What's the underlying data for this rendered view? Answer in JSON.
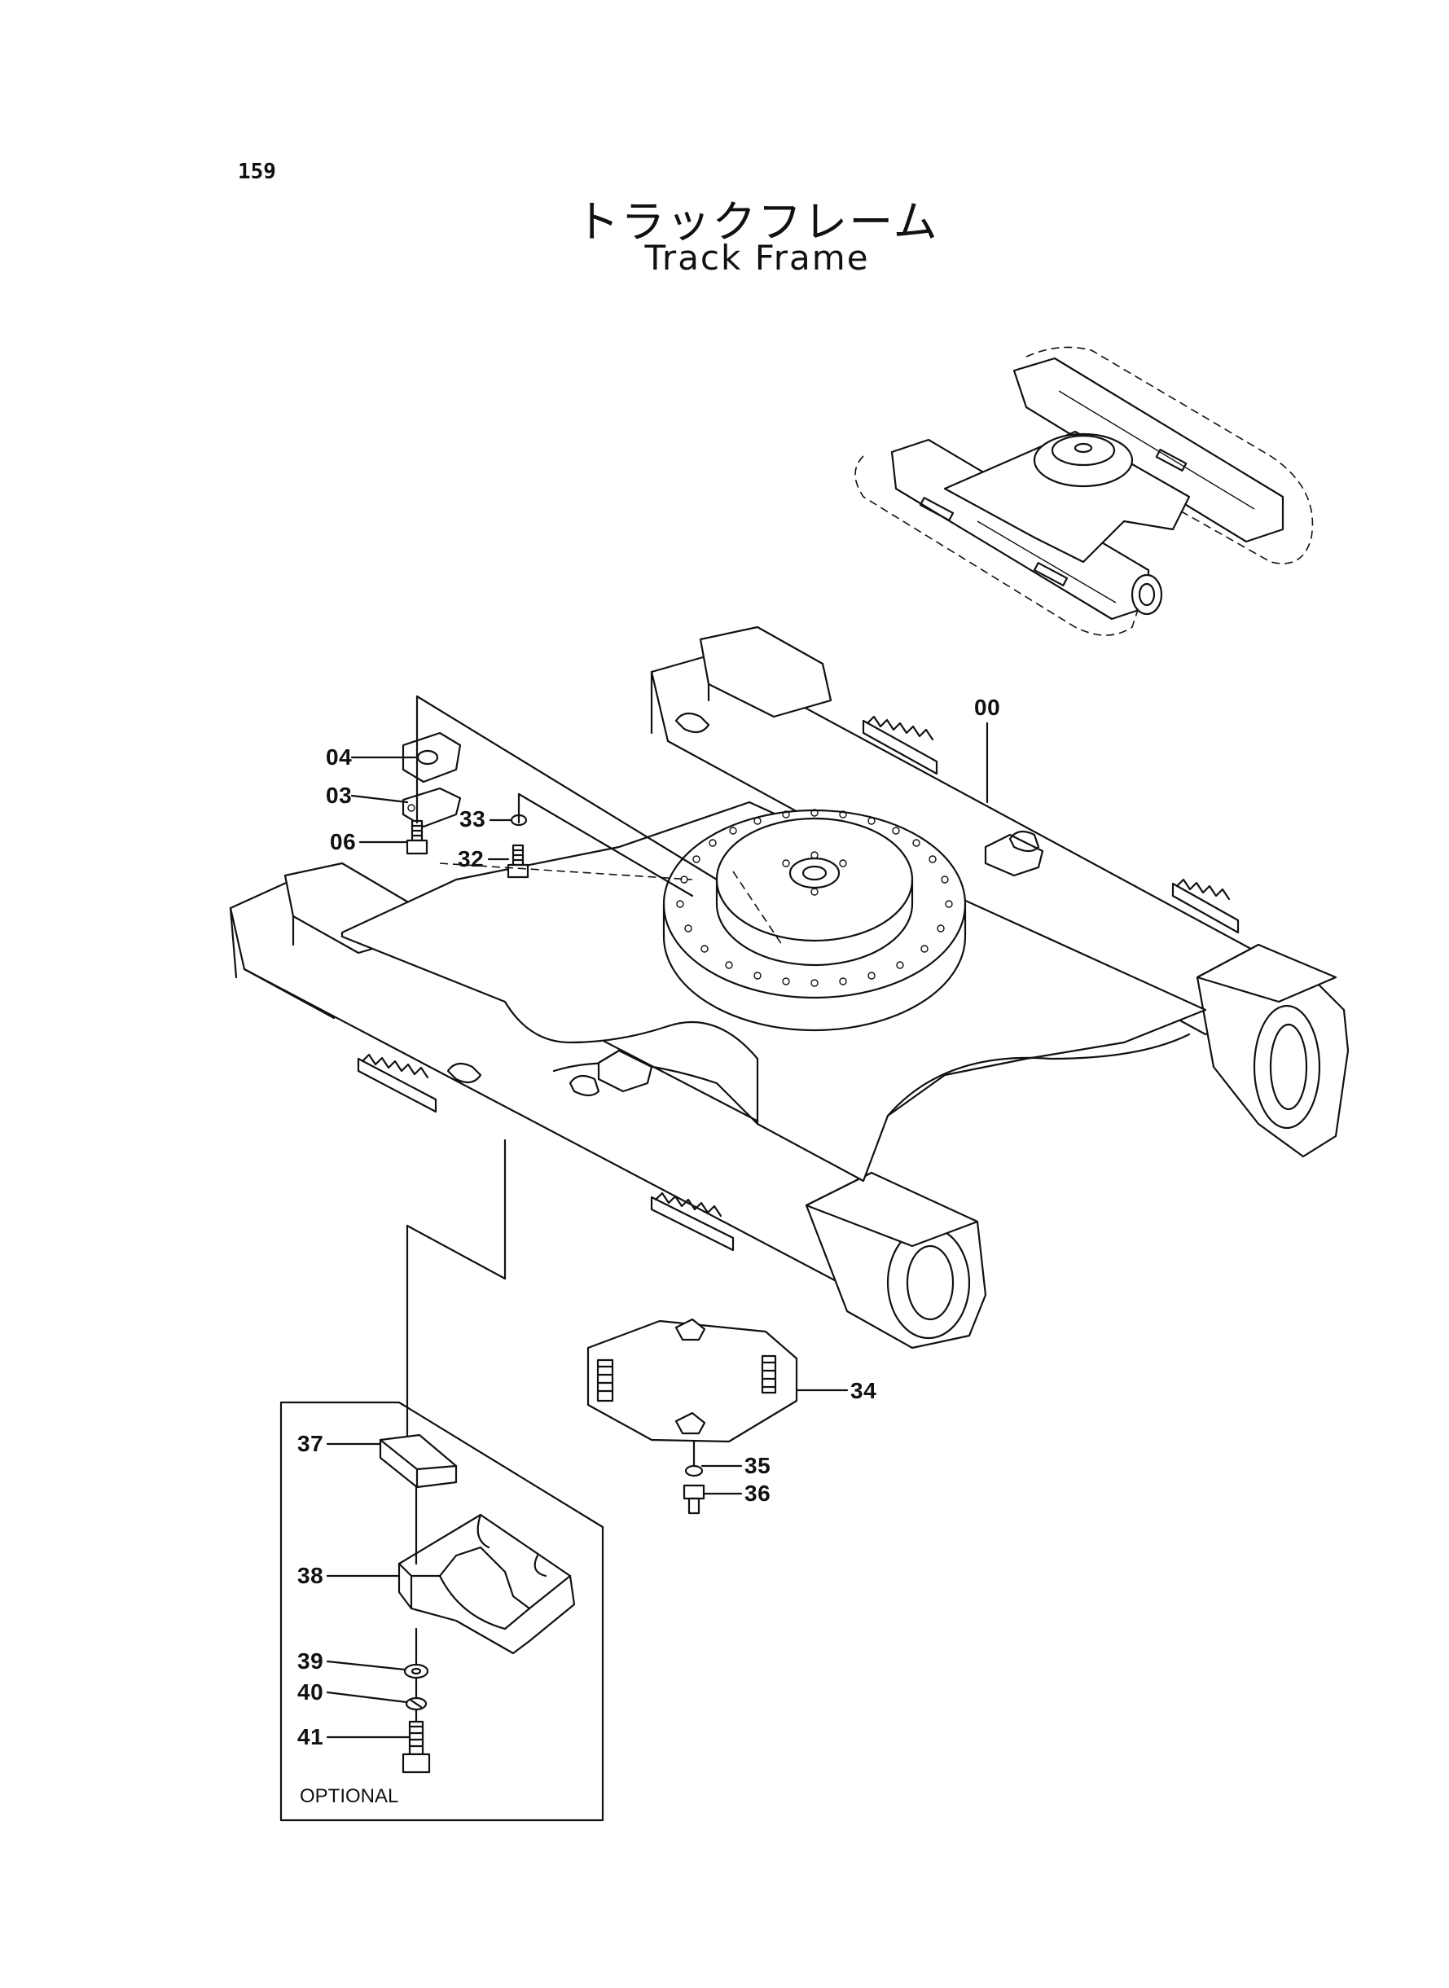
{
  "page": {
    "number": "159",
    "title_ja": "トラックフレーム",
    "title_en": "Track Frame"
  },
  "callouts": {
    "c00": "00",
    "c03": "03",
    "c04": "04",
    "c06": "06",
    "c32": "32",
    "c33": "33",
    "c34": "34",
    "c35": "35",
    "c36": "36",
    "c37": "37",
    "c38": "38",
    "c39": "39",
    "c40": "40",
    "c41": "41"
  },
  "optional_box": {
    "label": "OPTIONAL"
  }
}
